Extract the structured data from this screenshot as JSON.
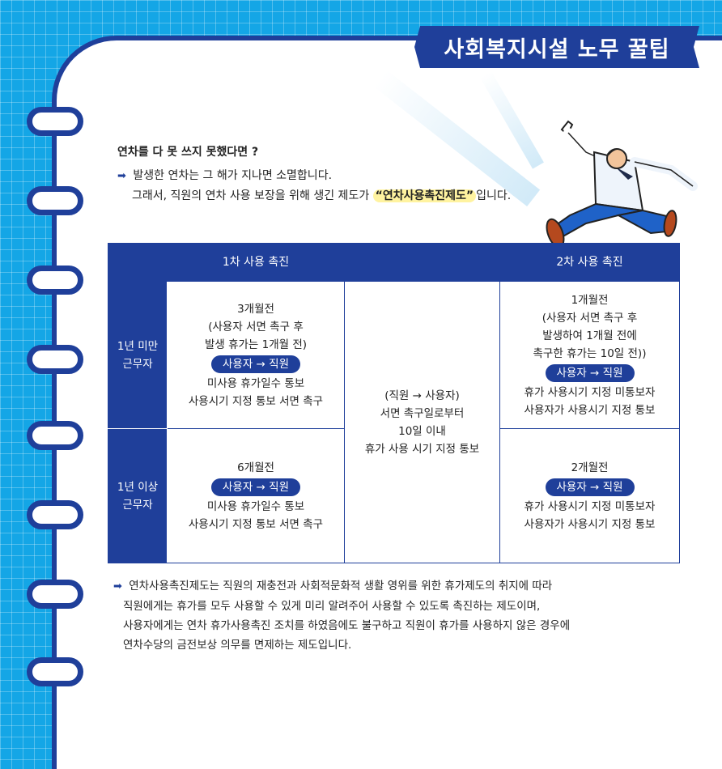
{
  "banner": {
    "title": "사회복지시설 노무 꿀팁"
  },
  "intro": {
    "heading": "연차를 다 못 쓰지 못했다면 ?",
    "arrow": "➡",
    "line1": "발생한 연차는 그 해가 지나면 소멸합니다.",
    "line2_pre": "그래서, 직원의 연차 사용 보장을 위해 생긴 제도가 ",
    "line2_highlight": "“연차사용촉진제도”",
    "line2_post": "입니다."
  },
  "table": {
    "headers": [
      "",
      "1차 사용 촉진",
      "",
      "2차 사용 촉진"
    ],
    "rows": [
      {
        "label": [
          "1년 미만",
          "근무자"
        ],
        "first_lines": [
          "3개월전",
          "(사용자 서면 촉구 후",
          "발생 휴가는 1개월 전)"
        ],
        "first_pill": "사용자 → 직원",
        "first_after": [
          "미사용 휴가일수 통보",
          "사용시기 지정 통보 서면 촉구"
        ],
        "second_lines": [
          "1개월전",
          "(사용자 서면 촉구 후",
          "발생하여 1개월 전에",
          "촉구한 휴가는 10일 전))"
        ],
        "second_pill": "사용자 → 직원",
        "second_after": [
          "휴가 사용시기 지정 미통보자",
          "사용자가 사용시기 지정 통보"
        ]
      },
      {
        "label": [
          "1년 이상",
          "근무자"
        ],
        "first_lines": [
          "6개월전"
        ],
        "first_pill": "사용자 → 직원",
        "first_after": [
          "미사용 휴가일수 통보",
          "사용시기 지정 통보 서면 촉구"
        ],
        "second_lines": [
          "2개월전"
        ],
        "second_pill": "사용자 → 직원",
        "second_after": [
          "휴가 사용시기  지정 미통보자",
          "사용자가 사용시기 지정 통보"
        ]
      }
    ],
    "middle": [
      "(직원 → 사용자)",
      "서면 촉구일로부터",
      "10일 이내",
      "휴가 사용 시기 지정 통보"
    ]
  },
  "outro": {
    "arrow": "➡",
    "lines": [
      "연차사용촉진제도는 직원의 재충전과 사회적문화적 생활 영위를 위한 휴가제도의 취지에 따라",
      "직원에게는 휴가를 모두 사용할 수 있게 미리 알려주어 사용할 수 있도록 촉진하는 제도이며,",
      "사용자에게는 연차 휴가사용촉진 조치를 하였음에도 불구하고 직원이 휴가를 사용하지 않은 경우에",
      "연차수당의 금전보상 의무를 면제하는 제도입니다."
    ]
  },
  "colors": {
    "background": "#14a6e6",
    "navy": "#1f3f9a",
    "highlight": "#fff3a0"
  },
  "icons": [
    "notebook-ring-icon",
    "sparkle-icon",
    "pointing-man-illustration"
  ]
}
